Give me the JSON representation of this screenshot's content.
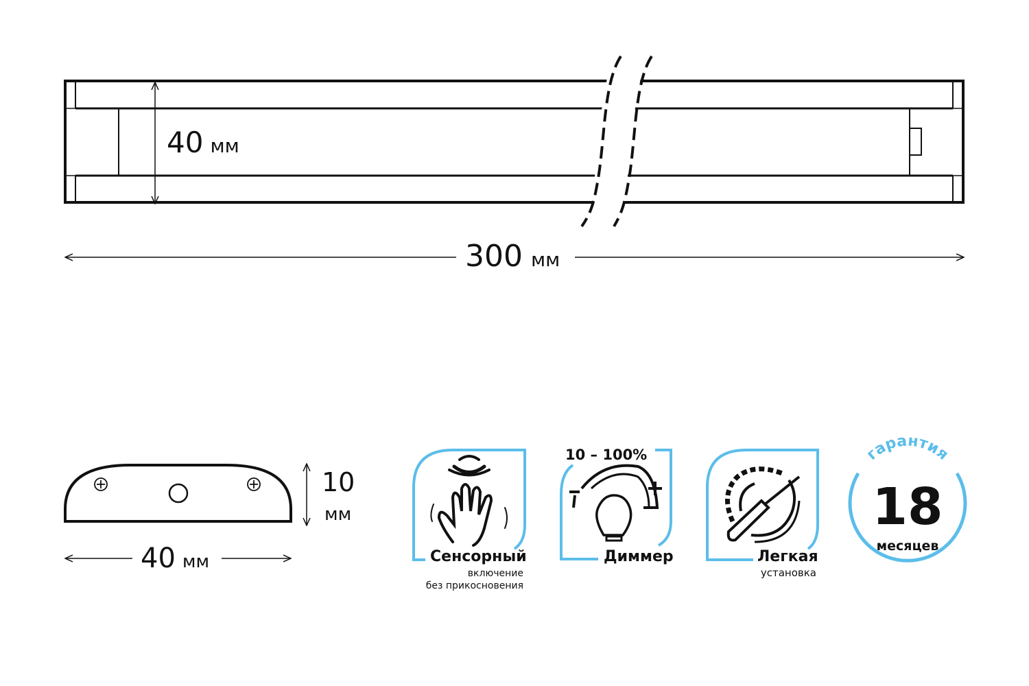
{
  "top_view": {
    "width_label_num": "40",
    "width_label_unit": "мм",
    "length_label_num": "300",
    "length_label_unit": "мм"
  },
  "end_view": {
    "height_label_num": "10",
    "height_label_unit": "мм",
    "width_label_num": "40",
    "width_label_unit": "мм"
  },
  "features": [
    {
      "icon": "touchless-hand-icon",
      "title": "Сенсорный",
      "line1": "включение",
      "line2": "без прикосновения"
    },
    {
      "icon": "dimmer-bulb-icon",
      "range": "10 – 100%",
      "title": "Диммер"
    },
    {
      "icon": "gear-screwdriver-icon",
      "title": "Легкая",
      "line1": "установка"
    }
  ],
  "warranty": {
    "arc_text": "гарантия",
    "number": "18",
    "unit": "месяцев"
  },
  "colors": {
    "accent": "#5bbdea",
    "line": "#111111"
  }
}
